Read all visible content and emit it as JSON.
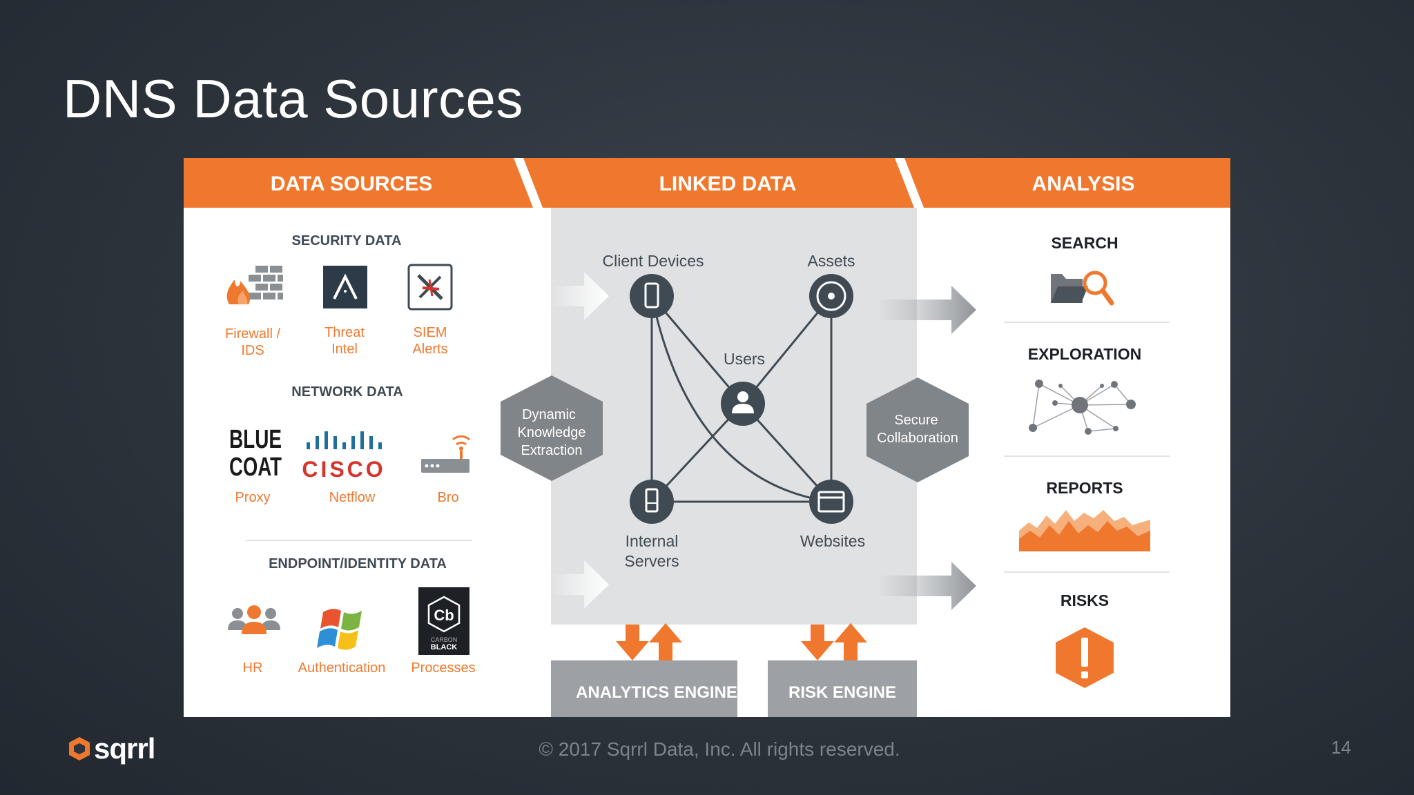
{
  "slide": {
    "title": "DNS Data Sources",
    "footer": "© 2017 Sqrrl Data, Inc. All rights reserved.",
    "page_number": "14",
    "logo_text": "sqrrl"
  },
  "colors": {
    "orange": "#f0782e",
    "dark_slate": "#3f4a53",
    "gray_panel": "#e0e1e3",
    "hex_gray": "#808589",
    "engine_gray": "#9da1a5"
  },
  "diagram": {
    "headers": {
      "sources": "DATA SOURCES",
      "linked": "LINKED DATA",
      "analysis": "ANALYSIS"
    },
    "security": {
      "title": "SECURITY DATA",
      "items": [
        {
          "icon": "firewall-icon",
          "line1": "Firewall /",
          "line2": "IDS"
        },
        {
          "icon": "threat-intel-icon",
          "line1": "Threat",
          "line2": "Intel"
        },
        {
          "icon": "siem-icon",
          "line1": "SIEM",
          "line2": "Alerts"
        }
      ]
    },
    "network": {
      "title": "NETWORK DATA",
      "bluecoat_line1": "BLUE",
      "bluecoat_line2": "COAT",
      "cisco_text": "CISCO",
      "items": [
        {
          "icon": "blue-coat-logo",
          "label": "Proxy"
        },
        {
          "icon": "cisco-logo",
          "label": "Netflow"
        },
        {
          "icon": "router-icon",
          "label": "Bro"
        }
      ]
    },
    "endpoint": {
      "title": "ENDPOINT/IDENTITY DATA",
      "cb_text": "Cb",
      "cb_sub1": "CARBON",
      "cb_sub2": "BLACK",
      "items": [
        {
          "icon": "people-icon",
          "label": "HR"
        },
        {
          "icon": "windows-logo",
          "label": "Authentication"
        },
        {
          "icon": "carbon-black-logo",
          "label": "Processes"
        }
      ]
    },
    "hex_left": {
      "line1": "Dynamic",
      "line2": "Knowledge",
      "line3": "Extraction"
    },
    "hex_right": {
      "line1": "Secure",
      "line2": "Collaboration"
    },
    "nodes": {
      "client_devices": "Client Devices",
      "assets": "Assets",
      "users": "Users",
      "internal_line1": "Internal",
      "internal_line2": "Servers",
      "websites": "Websites"
    },
    "engines": {
      "analytics": "ANALYTICS ENGINE",
      "risk": "RISK ENGINE"
    },
    "analysis": {
      "search": "SEARCH",
      "exploration": "EXPLORATION",
      "reports": "REPORTS",
      "risks": "RISKS"
    }
  }
}
